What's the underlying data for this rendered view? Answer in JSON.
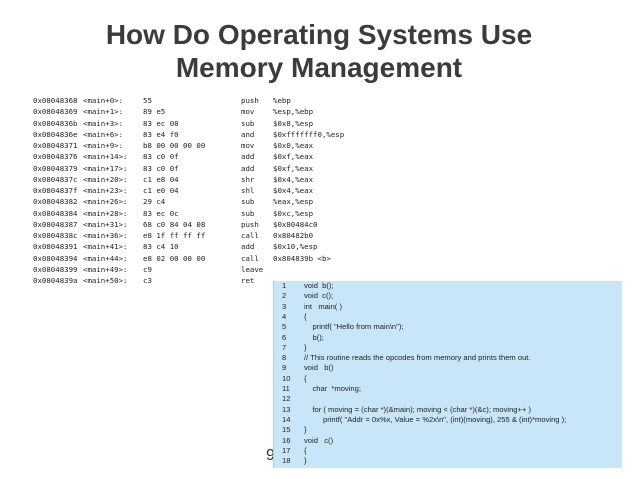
{
  "title": {
    "line1": "How Do Operating Systems Use",
    "line2": "Memory Management"
  },
  "disassembly": [
    {
      "addr": "0x08048368",
      "label": "<main+0>:",
      "bytes": "55",
      "mnemonic": "push",
      "operands": "%ebp"
    },
    {
      "addr": "0x08048369",
      "label": "<main+1>:",
      "bytes": "89 e5",
      "mnemonic": "mov",
      "operands": "%esp,%ebp"
    },
    {
      "addr": "0x0804836b",
      "label": "<main+3>:",
      "bytes": "83 ec 08",
      "mnemonic": "sub",
      "operands": "$0x8,%esp"
    },
    {
      "addr": "0x0804836e",
      "label": "<main+6>:",
      "bytes": "83 e4 f0",
      "mnemonic": "and",
      "operands": "$0xfffffff0,%esp"
    },
    {
      "addr": "0x08048371",
      "label": "<main+9>:",
      "bytes": "b8 00 00 00 00",
      "mnemonic": "mov",
      "operands": "$0x0,%eax"
    },
    {
      "addr": "0x08048376",
      "label": "<main+14>:",
      "bytes": "83 c0 0f",
      "mnemonic": "add",
      "operands": "$0xf,%eax"
    },
    {
      "addr": "0x08048379",
      "label": "<main+17>:",
      "bytes": "83 c0 0f",
      "mnemonic": "add",
      "operands": "$0xf,%eax"
    },
    {
      "addr": "0x0804837c",
      "label": "<main+20>:",
      "bytes": "c1 e8 04",
      "mnemonic": "shr",
      "operands": "$0x4,%eax"
    },
    {
      "addr": "0x0804837f",
      "label": "<main+23>:",
      "bytes": "c1 e0 04",
      "mnemonic": "shl",
      "operands": "$0x4,%eax"
    },
    {
      "addr": "0x08048382",
      "label": "<main+26>:",
      "bytes": "29 c4",
      "mnemonic": "sub",
      "operands": "%eax,%esp"
    },
    {
      "addr": "0x08048384",
      "label": "<main+28>:",
      "bytes": "83 ec 0c",
      "mnemonic": "sub",
      "operands": "$0xc,%esp"
    },
    {
      "addr": "0x08048387",
      "label": "<main+31>:",
      "bytes": "68 c0 84 04 08",
      "mnemonic": "push",
      "operands": "$0x80484c0"
    },
    {
      "addr": "0x0804838c",
      "label": "<main+36>:",
      "bytes": "e8 1f ff ff ff",
      "mnemonic": "call",
      "operands": "0x80482b0"
    },
    {
      "addr": "0x08048391",
      "label": "<main+41>:",
      "bytes": "83 c4 10",
      "mnemonic": "add",
      "operands": "$0x10,%esp"
    },
    {
      "addr": "0x08048394",
      "label": "<main+44>:",
      "bytes": "e8 02 00 00 00",
      "mnemonic": "call",
      "operands": "0x804839b <b>"
    },
    {
      "addr": "0x08048399",
      "label": "<main+49>:",
      "bytes": "c9",
      "mnemonic": "leave",
      "operands": ""
    },
    {
      "addr": "0x0804839a",
      "label": "<main+50>:",
      "bytes": "c3",
      "mnemonic": "ret",
      "operands": ""
    }
  ],
  "source_code": [
    {
      "n": "1",
      "text": "void  b();"
    },
    {
      "n": "2",
      "text": "void  c();"
    },
    {
      "n": "3",
      "text": "int   main( )"
    },
    {
      "n": "4",
      "text": "{"
    },
    {
      "n": "5",
      "text": "    printf( \"Hello from main\\n\");"
    },
    {
      "n": "6",
      "text": "    b();"
    },
    {
      "n": "7",
      "text": "}"
    },
    {
      "n": "8",
      "text": "// This routine reads the opcodes from memory and prints them out."
    },
    {
      "n": "9",
      "text": "void   b()"
    },
    {
      "n": "10",
      "text": "{"
    },
    {
      "n": "11",
      "text": "    char  *moving;"
    },
    {
      "n": "12",
      "text": ""
    },
    {
      "n": "13",
      "text": "    for ( moving = (char *)(&main); moving < (char *)(&c); moving++ )"
    },
    {
      "n": "14",
      "text": "         printf( \"Addr = 0x%x, Value = %2x\\n\", (int)(moving), 255 & (int)*moving );"
    },
    {
      "n": "15",
      "text": "}"
    },
    {
      "n": "16",
      "text": "void   c()"
    },
    {
      "n": "17",
      "text": "{"
    },
    {
      "n": "18",
      "text": "}"
    }
  ],
  "page_number": "9"
}
